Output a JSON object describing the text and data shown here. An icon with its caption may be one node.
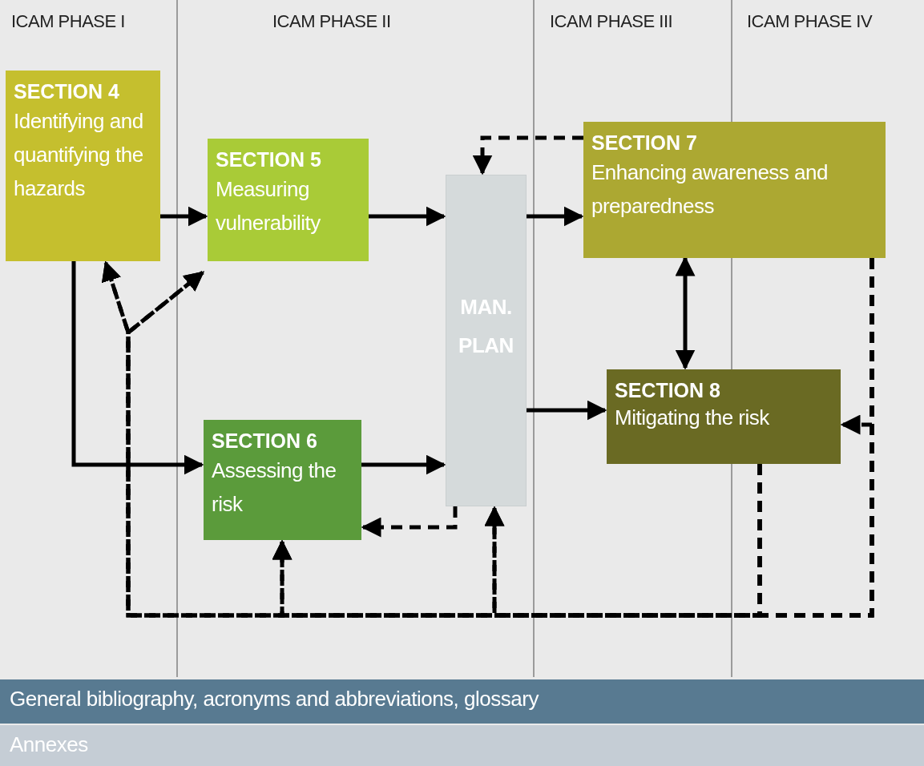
{
  "diagram": {
    "nodes": [
      {
        "text": [
          "SECTION 4",
          "Identifying and quantifying the hazards"
        ]
      },
      {
        "text": [
          "SECTION 5",
          "Measuring vulnerability"
        ]
      },
      {
        "text": [
          "SECTION 6",
          "Assessing the risk"
        ]
      },
      {
        "text": [
          "MAN. PLAN"
        ]
      },
      {
        "text": [
          "SECTION 7",
          "Enhancing awareness and preparedness"
        ]
      },
      {
        "text": [
          "SECTION 8",
          "Mitigating the risk"
        ]
      },
      {
        "text": [
          "General bibliography, acronyms and abbreviations, glossary"
        ]
      },
      {
        "text": [
          "Annexes"
        ]
      }
    ],
    "edges": [
      {
        "from": 0,
        "to": 1,
        "arrow": "to"
      },
      {
        "from": 0,
        "to": 2,
        "arrow": "to"
      },
      {
        "from": 1,
        "to": 3,
        "arrow": "to"
      },
      {
        "from": 2,
        "to": 3,
        "arrow": "to"
      },
      {
        "from": 3,
        "to": 4,
        "arrow": "to"
      },
      {
        "from": 3,
        "to": 5,
        "arrow": "to"
      },
      {
        "from": 4,
        "to": 3,
        "arrow": "to",
        "style": "dashed"
      },
      {
        "from": 3,
        "to": 2,
        "arrow": "to",
        "style": "dashed"
      },
      {
        "from": 4,
        "to": 5,
        "arrow": "both"
      },
      {
        "from": 4,
        "to": 5,
        "arrow": "to",
        "style": "dashed"
      },
      {
        "from": 4,
        "to": 0,
        "arrow": "to",
        "style": "dashed"
      },
      {
        "from": 4,
        "to": 1,
        "arrow": "to",
        "style": "dashed"
      },
      {
        "from": 4,
        "to": 2,
        "arrow": "to",
        "style": "dashed"
      },
      {
        "from": 4,
        "to": 3,
        "arrow": "to",
        "style": "dashed"
      },
      {
        "from": 5,
        "to": 0,
        "arrow": "to",
        "style": "dashed"
      },
      {
        "from": 5,
        "to": 1,
        "arrow": "to",
        "style": "dashed"
      },
      {
        "from": 5,
        "to": 2,
        "arrow": "to",
        "style": "dashed"
      },
      {
        "from": 5,
        "to": 3,
        "arrow": "to",
        "style": "dashed"
      }
    ],
    "labels": [
      "ICAM PHASE I",
      "ICAM PHASE II",
      "ICAM PHASE III",
      "ICAM PHASE IV"
    ]
  }
}
